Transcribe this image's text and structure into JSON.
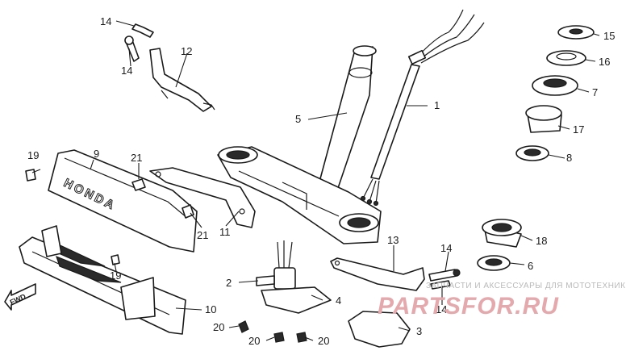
{
  "diagram": {
    "callouts": {
      "c1": "1",
      "c2": "2",
      "c3": "3",
      "c4": "4",
      "c5": "5",
      "c6": "6",
      "c7": "7",
      "c8": "8",
      "c9": "9",
      "c10": "10",
      "c11": "11",
      "c12": "12",
      "c13": "13",
      "c14a": "14",
      "c14b": "14",
      "c14c": "14",
      "c14d": "14",
      "c15": "15",
      "c16": "16",
      "c17": "17",
      "c18": "18",
      "c19a": "19",
      "c19b": "19",
      "c20a": "20",
      "c20b": "20",
      "c20c": "20",
      "c21a": "21",
      "c21b": "21"
    },
    "cowl_logo": "HONDA",
    "direction_arrow": "FWD"
  },
  "watermark": {
    "caption": "ЗАПЧАСТИ И АКСЕССУАРЫ ДЛЯ МОТОТЕХНИКИ",
    "logo": "PARTSFOR.RU"
  }
}
